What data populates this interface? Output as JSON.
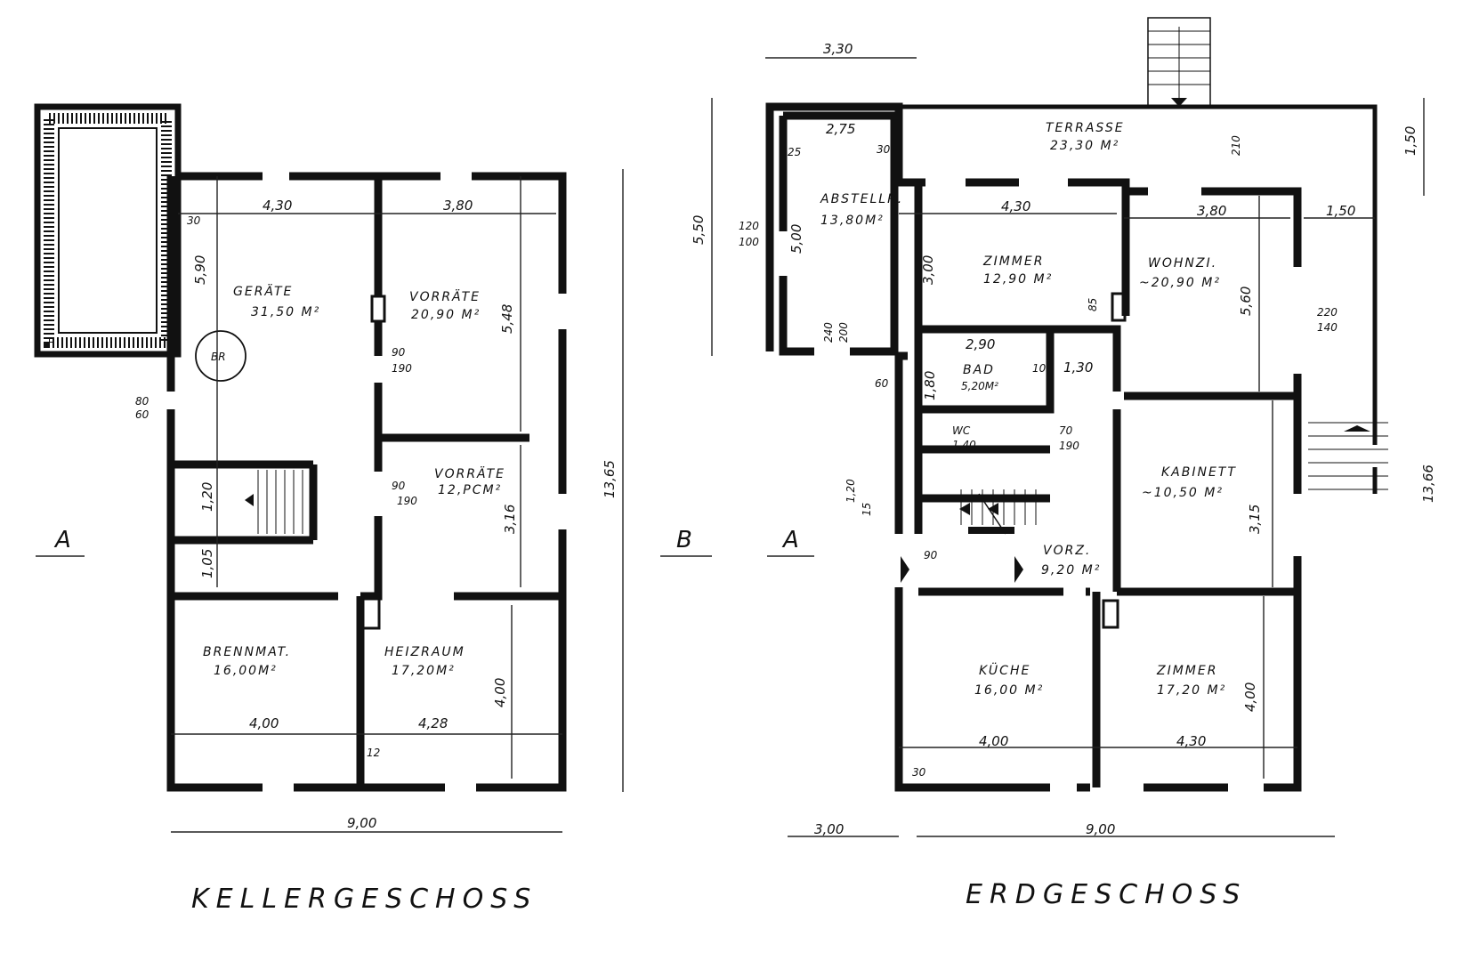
{
  "keller": {
    "title": "KELLERGESCHOSS",
    "rooms": [
      {
        "name": "GERÄTE",
        "area": "31,50 M²"
      },
      {
        "name": "VORRÄTE",
        "area": "20,90 M²"
      },
      {
        "name": "VORRÄTE",
        "area": "12,PCM²"
      },
      {
        "name": "BRENNMAT.",
        "area": "16,00M²"
      },
      {
        "name": "HEIZRAUM",
        "area": "17,20M²"
      }
    ],
    "br": "BR",
    "dims": {
      "width_total": "9,00",
      "height_total": "13,65",
      "w_left": "4,30",
      "w_right": "3,80",
      "h_top": "5,90",
      "h_right": "5,48",
      "h_mid": "3,16",
      "h_bottom": "4,00",
      "w_bottom_left": "4,00",
      "w_bottom_right": "4,28",
      "stair_h": "1,20",
      "stair_h2": "1,05",
      "t30": "30",
      "t12": "12",
      "win": "80",
      "win_b": "60",
      "door": "90",
      "door_b": "190",
      "door_c": "90",
      "door_d": "190"
    },
    "section_marks": [
      "A",
      "B"
    ]
  },
  "erd": {
    "title": "ERDGESCHOSS",
    "rooms": [
      {
        "name": "ABSTELLR.",
        "area": "13,80M²"
      },
      {
        "name": "TERRASSE",
        "area": "23,30 M²"
      },
      {
        "name": "ZIMMER",
        "area": "12,90 M²"
      },
      {
        "name": "WOHNZI.",
        "area": "~20,90 M²"
      },
      {
        "name": "BAD",
        "area": "5,20M²"
      },
      {
        "name": "WC",
        "area": "1,40"
      },
      {
        "name": "KABINETT",
        "area": "~10,50 M²"
      },
      {
        "name": "VORZ.",
        "area": "9,20 M²"
      },
      {
        "name": "KÜCHE",
        "area": "16,00 M²"
      },
      {
        "name": "ZIMMER",
        "area": "17,20 M²"
      }
    ],
    "dims": {
      "top_330": "3,30",
      "d25": "25",
      "d275": "2,75",
      "d30": "30",
      "d550": "5,50",
      "d500": "5,00",
      "d120": "120",
      "d100": "100",
      "d240": "240",
      "d200": "200",
      "d430": "4,30",
      "d380": "3,80",
      "d150": "1,50",
      "d150b": "1,50",
      "d300": "3,00",
      "d290": "2,90",
      "d130": "1,30",
      "d180": "1,80",
      "d10": "10",
      "d560": "5,60",
      "d220": "220",
      "d140": "140",
      "d315": "3,15",
      "d1366": "13,66",
      "d400": "4,00",
      "d400b": "4,00",
      "d430b": "4,30",
      "d900": "9,00",
      "d300b": "3,00",
      "d60": "60",
      "d70": "70",
      "d190": "190",
      "d85": "85",
      "d90": "90",
      "d210": "210",
      "d120b": "1,20",
      "d15": "15",
      "d30b": "30"
    },
    "section_marks": [
      "A"
    ]
  }
}
